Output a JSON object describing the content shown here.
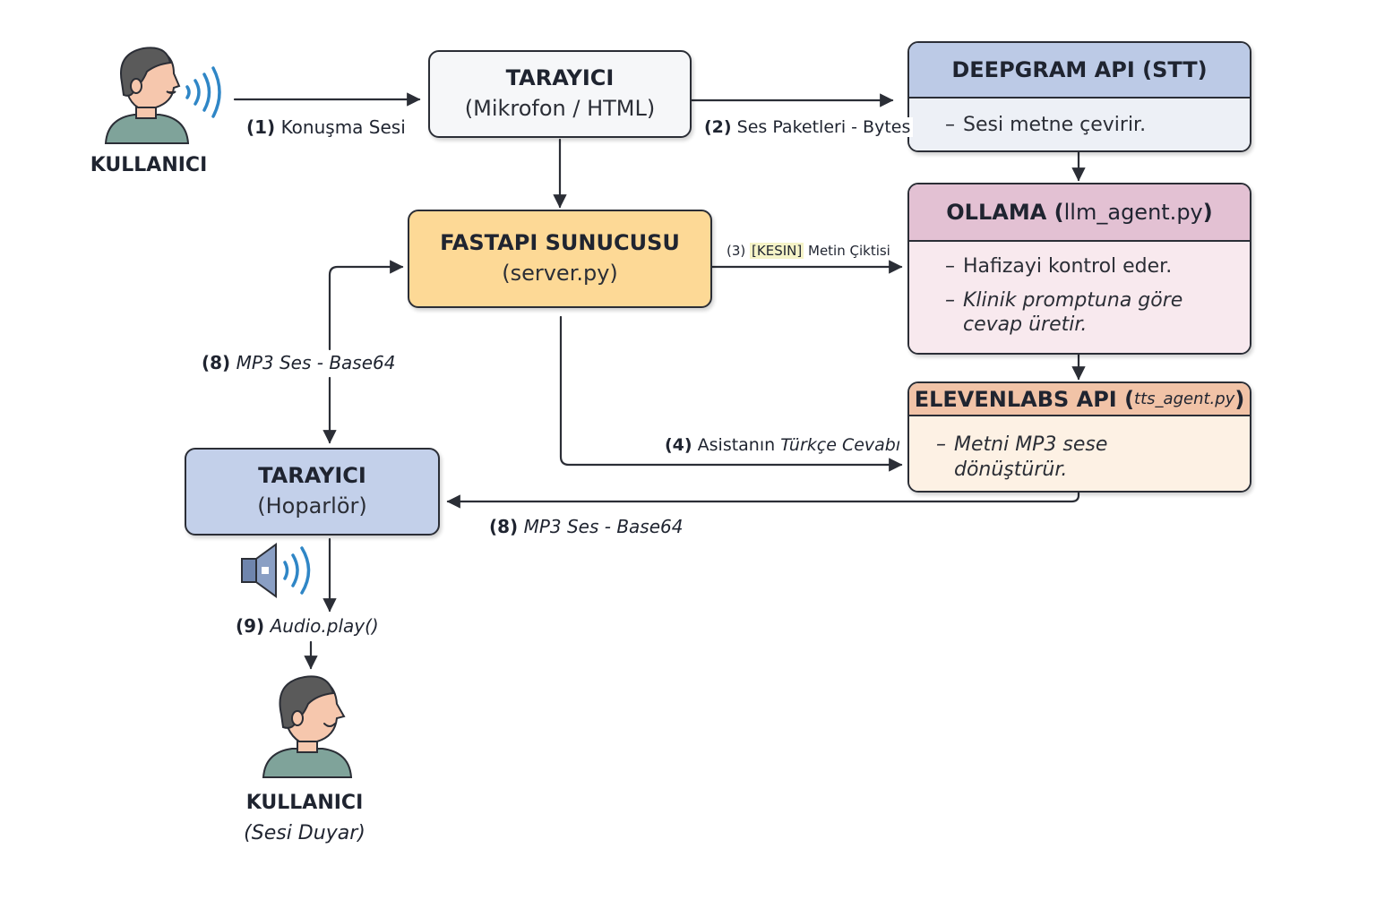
{
  "actors": {
    "speaker": {
      "name": "KULLANICI"
    },
    "listener": {
      "name": "KULLANICI",
      "sub": "(Sesi Duyar)"
    }
  },
  "boxes": {
    "browser_mic": {
      "title": "TARAYICI",
      "sub": "(Mikrofon / HTML)"
    },
    "fastapi": {
      "title": "FASTAPI SUNUCUSU",
      "sub": "(server.py)"
    },
    "browser_speaker": {
      "title": "TARAYICI",
      "sub": "(Hoparlör)"
    },
    "deepgram": {
      "title": "DEEPGRAM API (STT)",
      "items": [
        "Sesi metne çevirir."
      ]
    },
    "ollama": {
      "title": "OLLAMA",
      "code": "llm_agent.py",
      "items": [
        "Hafizayi kontrol eder.",
        "Klinik promptuna göre cevap üretir."
      ]
    },
    "elevenlabs": {
      "title": "ELEVENLABS API",
      "code": "tts_agent.py",
      "items": [
        "Metni MP3 sese dönüştürür."
      ]
    }
  },
  "edges": {
    "e1": {
      "num": "(1)",
      "text": "Konuşma Sesi"
    },
    "e2": {
      "num": "(2)",
      "text": "Ses Paketleri - Bytes"
    },
    "e3": {
      "num": "(3)",
      "tag": "[KESIN]",
      "text": "Metin Çiktisi"
    },
    "e4": {
      "num": "(4)",
      "text": "Asistanın",
      "text_italic": "Türkçe Cevabı"
    },
    "e8a": {
      "num": "(8)",
      "text": "MP3 Ses - Base64"
    },
    "e8b": {
      "num": "(8)",
      "text": "MP3 Ses - Base64"
    },
    "e9": {
      "num": "(9)",
      "text": "Audio.play()"
    }
  },
  "colors": {
    "browser_mic": "#f6f7f9",
    "fastapi": "#fdd996",
    "browser_speaker": "#c3d0ea",
    "deepgram_head": "#bccae6",
    "deepgram_body": "#edf0f6",
    "ollama_head": "#e3c1d3",
    "ollama_body": "#f8e9ee",
    "elevenlabs_head": "#f1c3a7",
    "elevenlabs_body": "#fdf1e4",
    "wave": "#2f86c6",
    "skin": "#f6c7ad",
    "hair": "#5a5a5a",
    "shirt": "#7fa39a",
    "speaker_icon": "#6f85ad"
  }
}
